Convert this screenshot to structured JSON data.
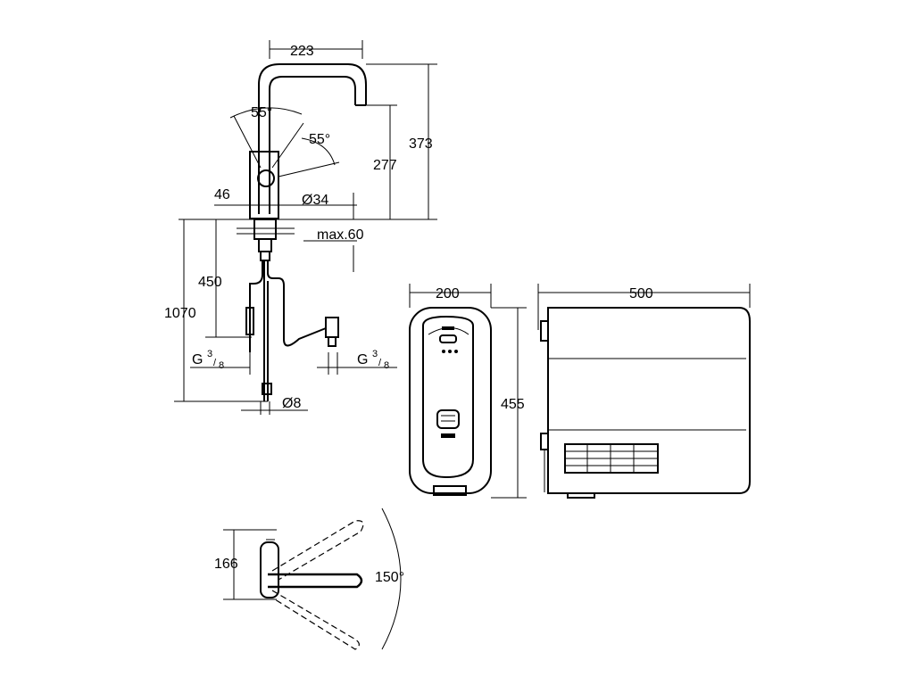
{
  "faucet_side": {
    "width": "223",
    "height_total": "373",
    "height_spout": "277",
    "lever_angle_left": "55°",
    "lever_angle_right": "55°",
    "lever_offset": "46",
    "body_diameter": "Ø34",
    "deck_thickness": "max.60",
    "hose_length_upper": "450",
    "hose_length_total": "1070",
    "connection_left": {
      "main": "G",
      "num": "3",
      "den": "8"
    },
    "connection_right": {
      "main": "G",
      "num": "3",
      "den": "8"
    },
    "hose_diameter": "Ø8"
  },
  "boiler_front": {
    "width": "200",
    "height": "455"
  },
  "boiler_side": {
    "depth": "500"
  },
  "faucet_top": {
    "projection": "166",
    "swivel_angle": "150°"
  }
}
